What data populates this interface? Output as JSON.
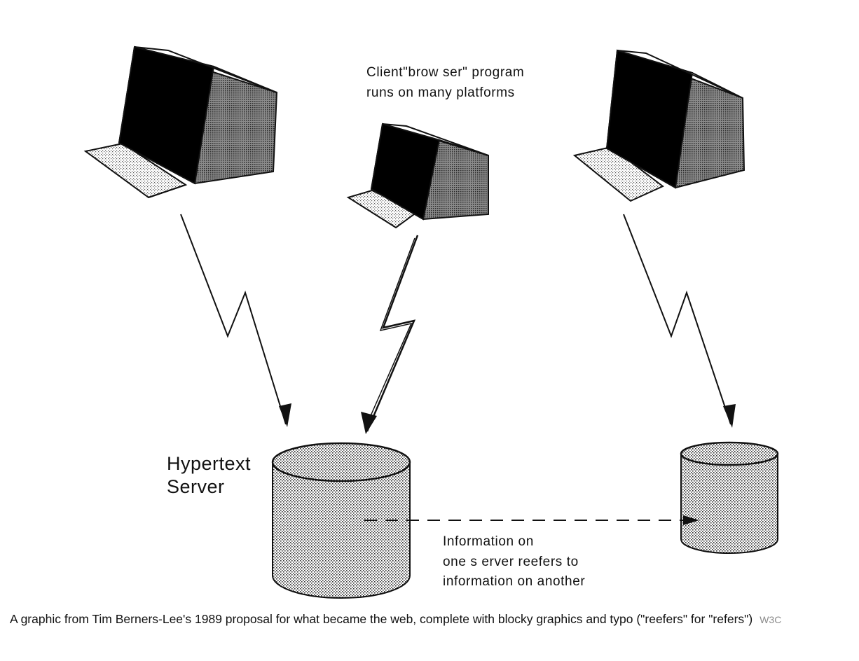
{
  "diagram": {
    "client_label_line1": "Client\"brow ser\" program",
    "client_label_line2": "runs  on many platforms",
    "server_label_line1": "Hypertext",
    "server_label_line2": "Server",
    "info_label_line1": "Information on",
    "info_label_line2": "one s erver reefers to",
    "info_label_line3": "information on another",
    "nodes": [
      "left-client-computer",
      "middle-client-computer",
      "right-client-computer",
      "hypertext-server",
      "second-server"
    ]
  },
  "caption": {
    "text": "A graphic from Tim Berners-Lee's 1989 proposal for what became the web, complete with blocky graphics and typo (\"reefers\" for \"refers\")",
    "credit": "W3C"
  }
}
